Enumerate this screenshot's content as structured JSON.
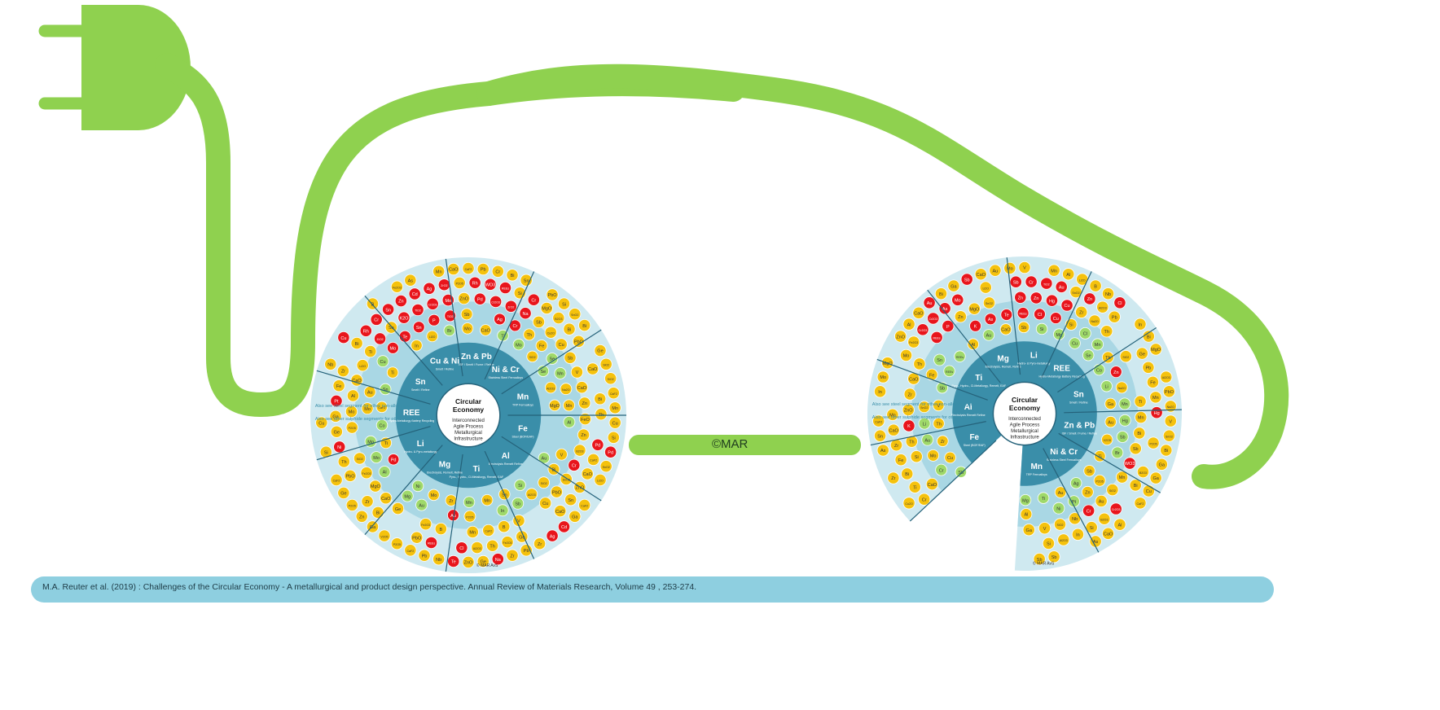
{
  "copyright": "©MAR",
  "citation": "M.A. Reuter et al. (2019) : Challenges of the Circular Economy - A metallurgical and product design perspective. Annual Review of Materials Research, Volume 49 , 253-274.",
  "colors": {
    "cable": "#8fd14f",
    "disc_light": "#cfe9f0",
    "disc_mid": "#a9d7e4",
    "disc_dark": "#3a8ea9",
    "red": "#e8151c",
    "yellow": "#f5c20d",
    "green": "#9fd96a",
    "footer": "#8ecfe0"
  },
  "wheels": [
    {
      "id": "left",
      "center_title": "Circular Economy",
      "center_lines": [
        "Interconnected",
        "Agile Process",
        "Metallurgical",
        "Infrastructure"
      ],
      "segments": [
        {
          "name": "Fe",
          "sub": "Steel (BOF/EAF)"
        },
        {
          "name": "Al",
          "sub": "Electrolysis Remelt Refine"
        },
        {
          "name": "Ti",
          "sub": "Pyro-, Hydro-, Cl-Metallurgy, Remelt, EAF"
        },
        {
          "name": "Mg",
          "sub": "Electrolysis, Remelt, Refine"
        },
        {
          "name": "Li",
          "sub": "Hydro- & Pyro-metallurgy"
        },
        {
          "name": "REE",
          "sub": "Hydro-Metallurgy Battery Recycling"
        },
        {
          "name": "Sn",
          "sub": "Smelt / Refine"
        },
        {
          "name": "Cu & Ni",
          "sub": "Smelt / Refine"
        },
        {
          "name": "Zn & Pb",
          "sub": "ISF / Smelt / Fume / Refine"
        },
        {
          "name": "Ni & Cr",
          "sub": "Stainless Steel Ferroalloys"
        },
        {
          "name": "Mn",
          "sub": "TRP Ferroalloys"
        }
      ],
      "notes": [
        "Also see steel segment for other non-alloying minors",
        "Also see other sulphide segments for other minors"
      ],
      "stamp": "© MAR AvS"
    },
    {
      "id": "right",
      "center_title": "Circular Economy",
      "center_lines": [
        "Interconnected",
        "Agile Process",
        "Metallurgical",
        "Infrastructure"
      ],
      "segments": [
        {
          "name": "Fe",
          "sub": "Steel (BOF/EAF)"
        },
        {
          "name": "Al",
          "sub": "Electrolysis Remelt Refine"
        },
        {
          "name": "Ti",
          "sub": "Pyro-, Hydro-, Cl-Metallurgy, Remelt, EAF"
        },
        {
          "name": "Mg",
          "sub": "Electrolysis, Remelt, Refine"
        },
        {
          "name": "Li",
          "sub": "Hydro- & Pyro-metallurgy"
        },
        {
          "name": "REE",
          "sub": "Hydro-Metallurgy Battery Recycling"
        },
        {
          "name": "Sn",
          "sub": "Smelt / Refine"
        },
        {
          "name": "Zn & Pb",
          "sub": "ISF / Smelt / Fume / Refine"
        },
        {
          "name": "Ni & Cr",
          "sub": "Stainless Steel Ferroalloys"
        },
        {
          "name": "Mn",
          "sub": "TRP Ferroalloys"
        }
      ],
      "notes": [
        "Also see steel segment for other non-alloying minors",
        "Also see other sulphide segments for other minors"
      ],
      "stamp": "© MAR AvS"
    }
  ],
  "element_tokens": {
    "red": [
      "Cu",
      "Pd",
      "Pt",
      "Rh",
      "Sb",
      "Cd",
      "Hg",
      "Na",
      "K",
      "P",
      "As",
      "Au",
      "Ag",
      "Bi",
      "REEs",
      "Br",
      "Mo",
      "Te",
      "Cr",
      "Ni",
      "Sn",
      "Zn",
      "Cl",
      "WO3",
      "TiO2",
      "ZrO2",
      "K2O",
      "Cr2O3",
      "REOs"
    ],
    "yellow": [
      "SiO2",
      "MgO",
      "CaO",
      "Al2O3",
      "FeO",
      "V2O5",
      "Cu",
      "Mn",
      "Zn",
      "Pb",
      "Nb",
      "V",
      "Si",
      "Al",
      "Cr",
      "Mo",
      "Ti",
      "B",
      "Sb",
      "Ga",
      "Ge",
      "In",
      "As",
      "Th",
      "Zr",
      "Fe",
      "Au",
      "Sn",
      "Bi",
      "P2O5",
      "Na2O",
      "SnO2",
      "ZnO",
      "PbO",
      "Fe2O3",
      "B2O3",
      "CaF2",
      "Li2O",
      "Cu2O"
    ],
    "green": [
      "Fe",
      "Ni",
      "Cr",
      "Co",
      "Ag",
      "Cu",
      "Ge",
      "Ga",
      "In",
      "Bi",
      "Cd",
      "Pt",
      "Ti",
      "Si",
      "Sb",
      "Sn",
      "Cl",
      "Li",
      "Pb",
      "Zn",
      "Hg",
      "Br",
      "Mo",
      "Se",
      "Te",
      "REEs",
      "Mg",
      "Mn",
      "Al",
      "Au"
    ]
  }
}
